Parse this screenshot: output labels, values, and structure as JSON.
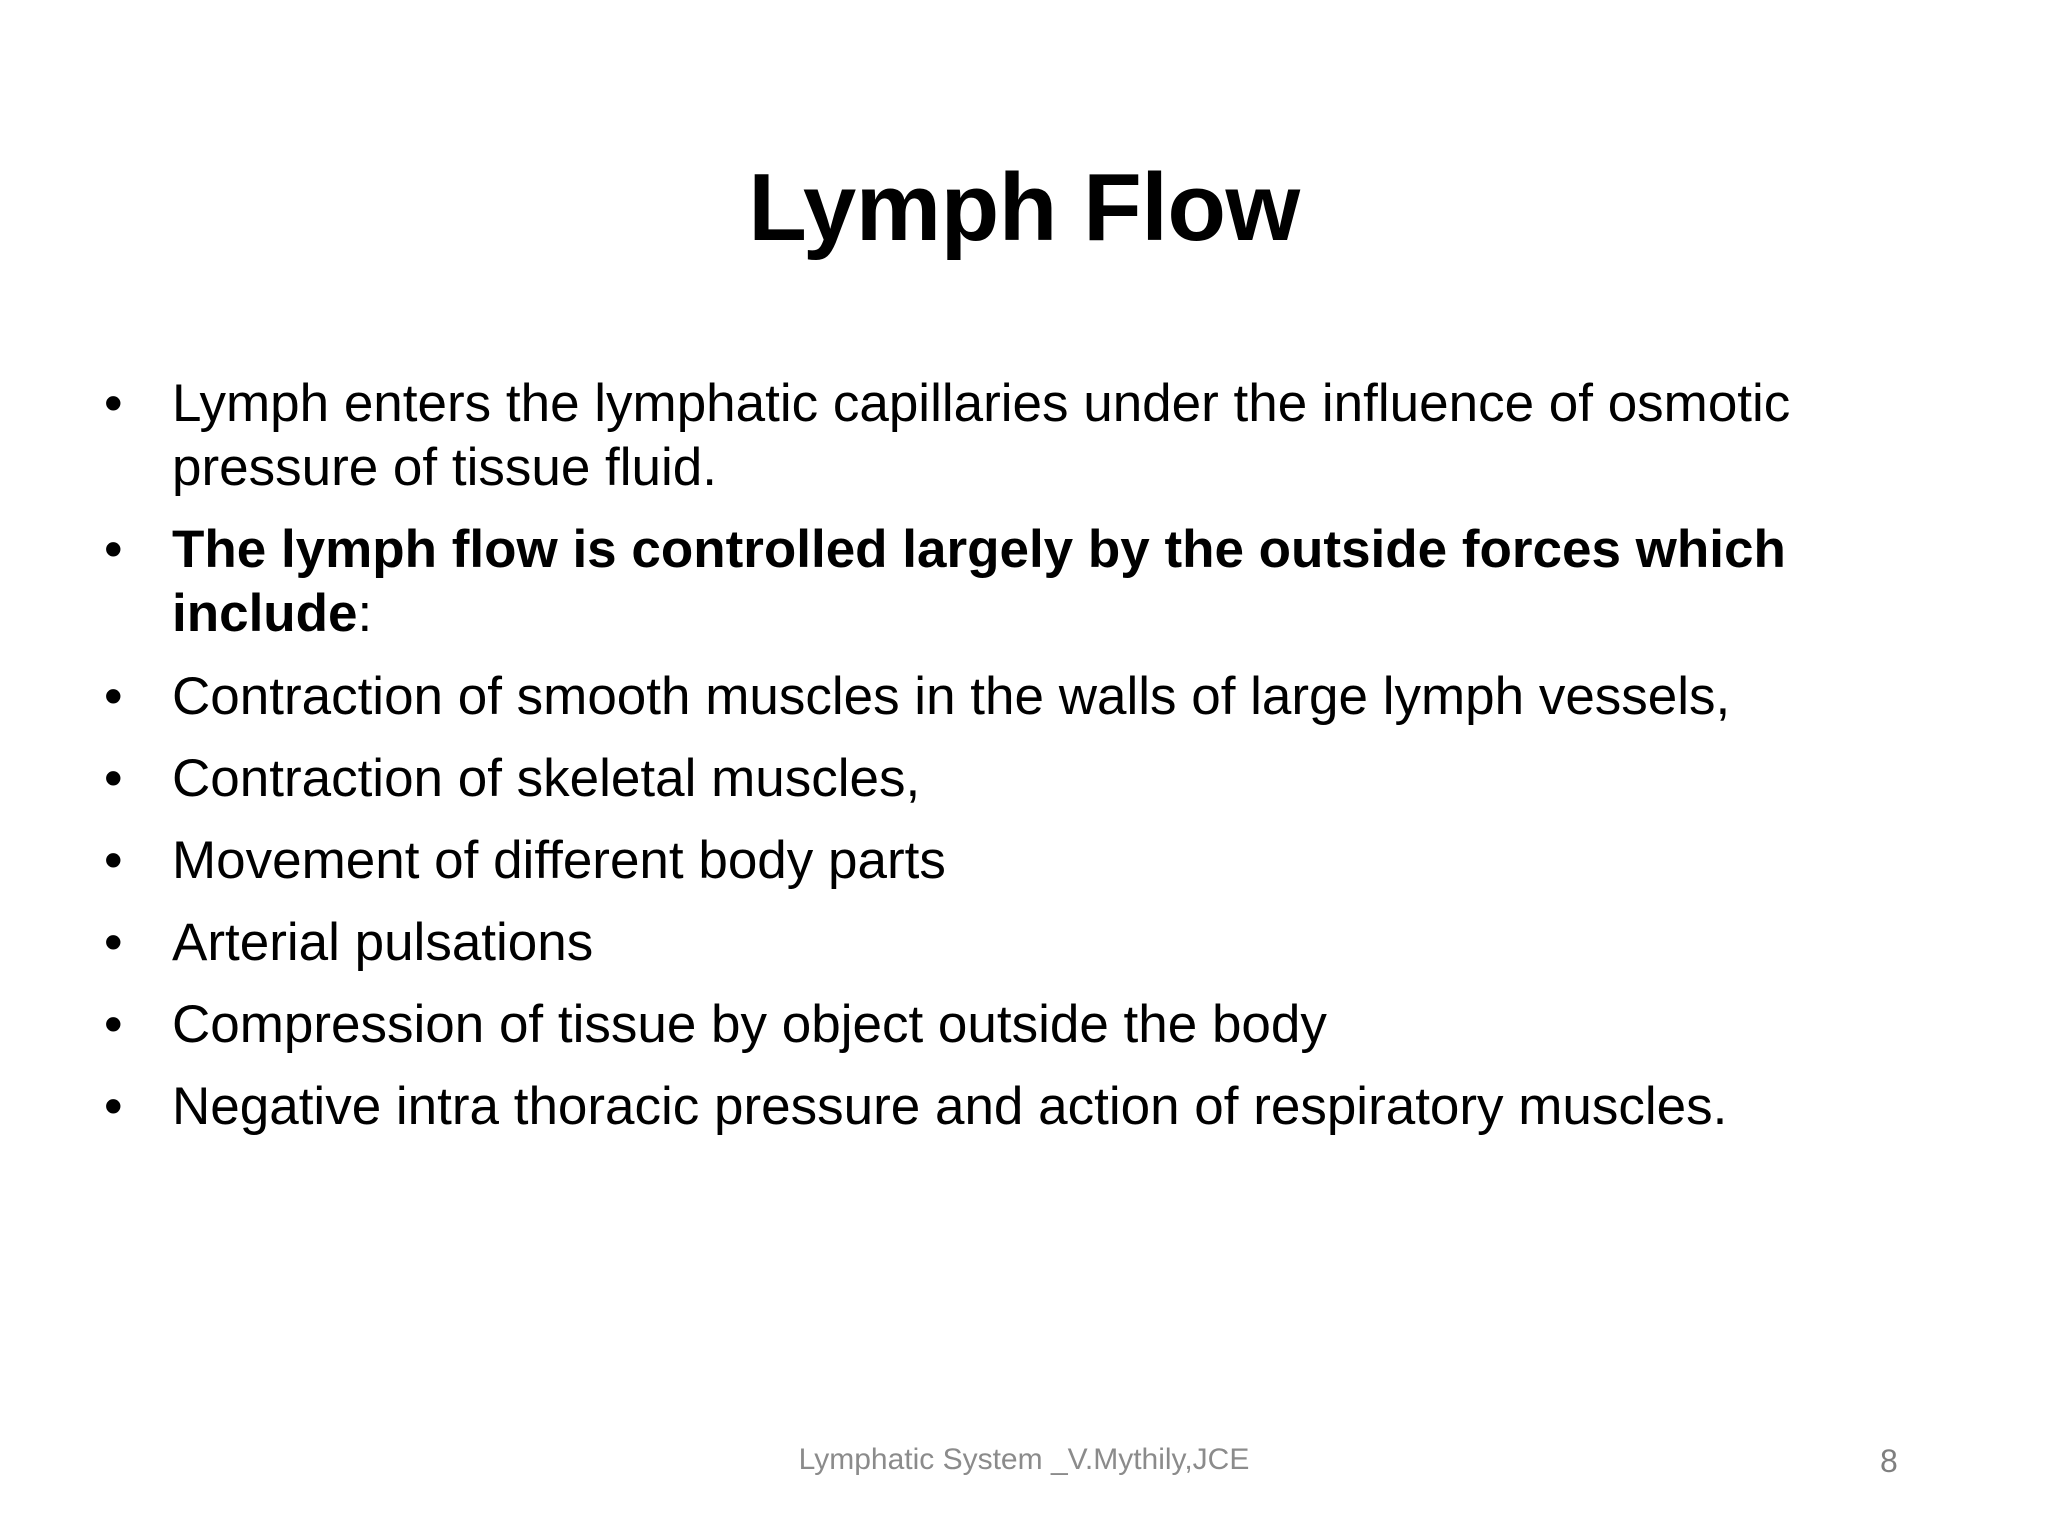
{
  "slide": {
    "title": "Lymph Flow",
    "bullet_char": "•",
    "bullets": [
      {
        "text": "Lymph enters the lymphatic capillaries under the influence of osmotic pressure of tissue fluid.",
        "bold": false
      },
      {
        "text": "The lymph flow is controlled largely by the outside forces which include",
        "tail": ":",
        "bold": true
      },
      {
        "text": "Contraction of smooth muscles in the walls of large lymph vessels,",
        "bold": false
      },
      {
        "text": "Contraction of skeletal muscles,",
        "bold": false
      },
      {
        "text": "Movement of different body parts",
        "bold": false
      },
      {
        "text": "Arterial pulsations",
        "bold": false
      },
      {
        "text": "Compression of tissue by object outside the body",
        "bold": false
      },
      {
        "text": "Negative intra thoracic pressure and action of respiratory muscles.",
        "bold": false
      }
    ],
    "footer": "Lymphatic System _V.Mythily,JCE",
    "page_number": "8",
    "colors": {
      "background": "#ffffff",
      "text": "#000000",
      "footer_text": "#8b8b8b",
      "page_number_text": "#7f7f7f"
    }
  }
}
